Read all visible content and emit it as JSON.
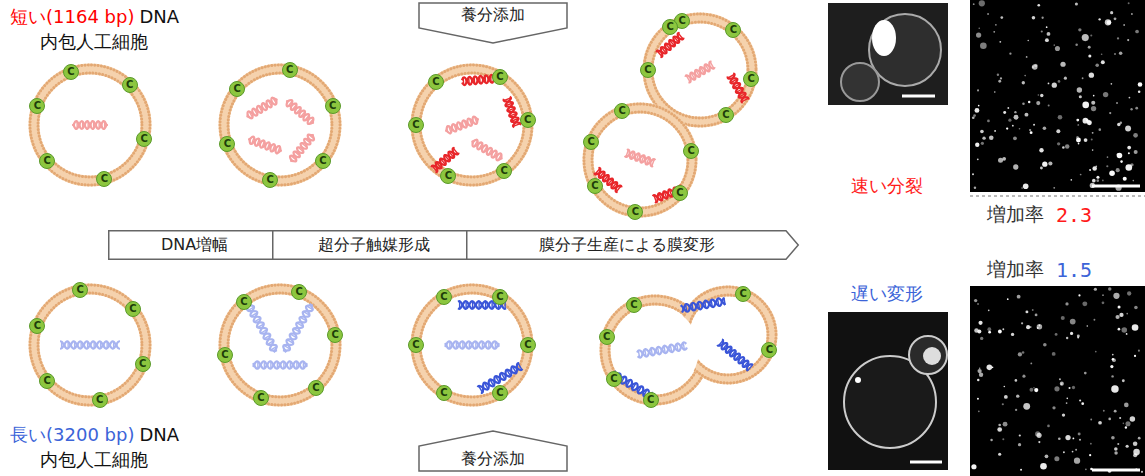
{
  "diagram": {
    "nodes": [
      {
        "text": [
          "養分添加"
        ]
      },
      {
        "text": [
          "DNA増幅"
        ]
      },
      {
        "text": [
          "超分子触媒形成"
        ]
      },
      {
        "text": [
          "膜分子生産による膜変形"
        ]
      },
      {
        "text": [
          "養分添加"
        ]
      }
    ],
    "labels": [
      "短い(1164 bp)",
      "DNA",
      "内包人工細胞",
      "速い分裂",
      "増加率",
      "2.3",
      "増加率",
      "1.5",
      "遅い変形",
      "長い(3200 bp)",
      "DNA",
      "内包人工細胞",
      "C",
      "C",
      "C",
      "C",
      "C",
      "C",
      "C",
      "C",
      "C",
      "C",
      "C",
      "C",
      "C",
      "C",
      "C",
      "C",
      "C",
      "C",
      "C",
      "C",
      "C",
      "C",
      "C",
      "C",
      "C",
      "C",
      "C",
      "C",
      "C",
      "C",
      "C",
      "C",
      "C",
      "C",
      "C",
      "C",
      "C",
      "C",
      "C",
      "C",
      "C",
      "C",
      "C",
      "C",
      "C",
      "C",
      "C",
      "C",
      "C",
      "C",
      "C",
      "C",
      "C",
      "C"
    ]
  }
}
